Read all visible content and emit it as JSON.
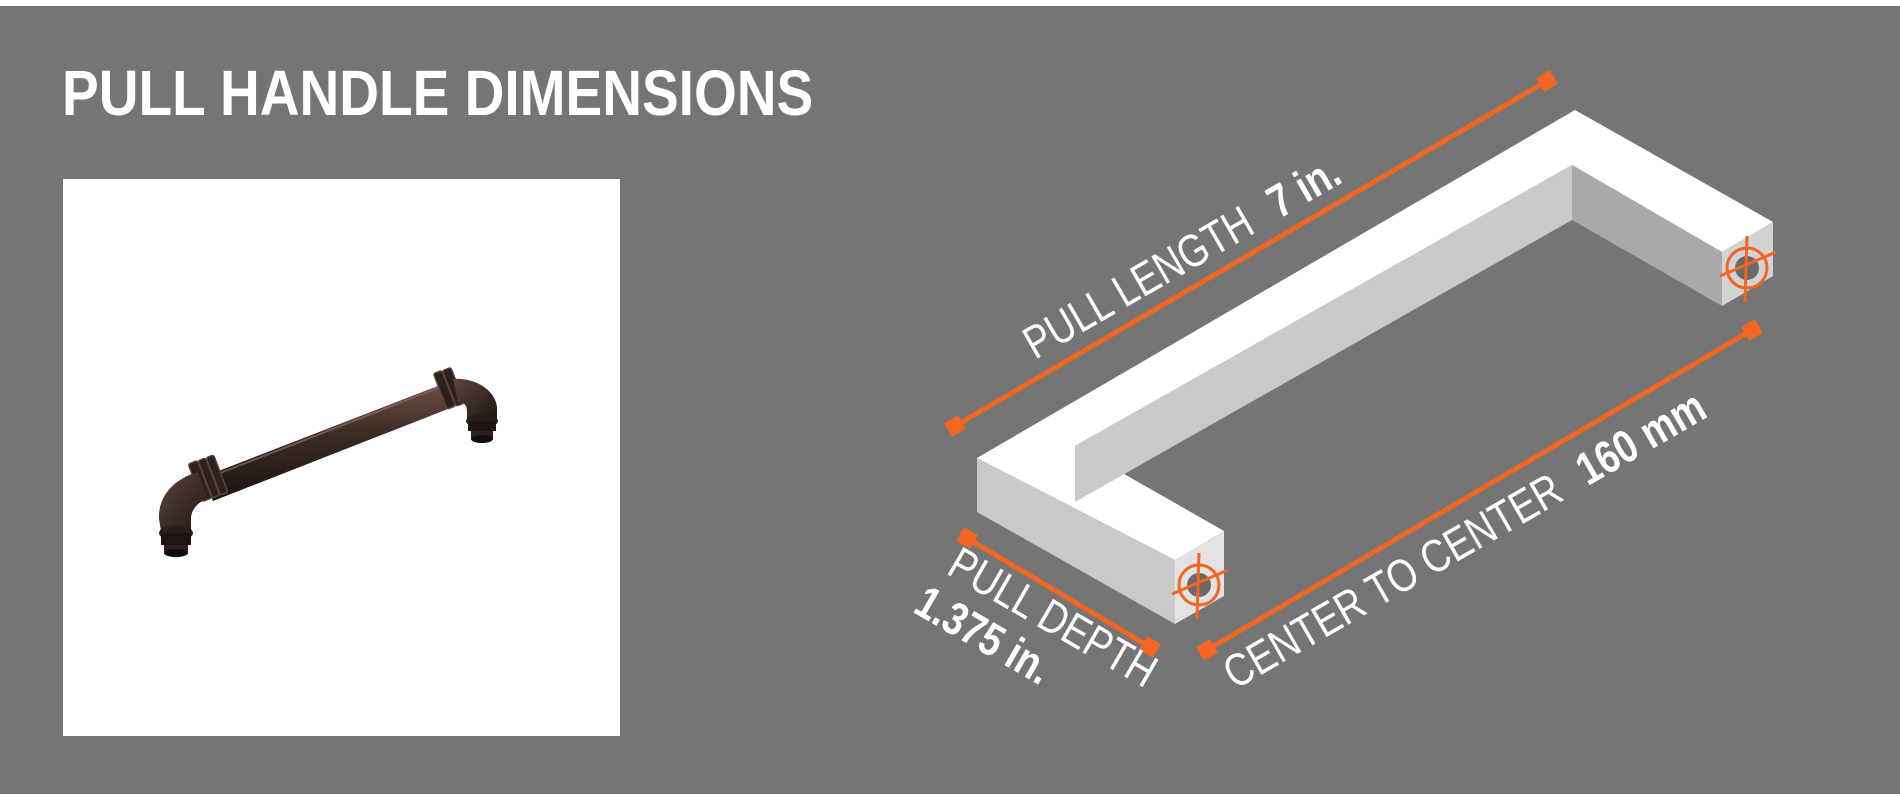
{
  "title": "PULL HANDLE DIMENSIONS",
  "dimensions": {
    "length_label": "PULL LENGTH",
    "length_value": "7 in.",
    "center_label": "CENTER TO CENTER",
    "center_value": "160 mm",
    "depth_label": "PULL DEPTH",
    "depth_value": "1.375 in."
  },
  "colors": {
    "background": "#757575",
    "accent": "#f26522",
    "text": "#ffffff",
    "handle_finish": "#3a2a24"
  },
  "icons": {
    "mount_point": "crosshair-icon",
    "product_photo": "pipe-style-pull-handle"
  }
}
